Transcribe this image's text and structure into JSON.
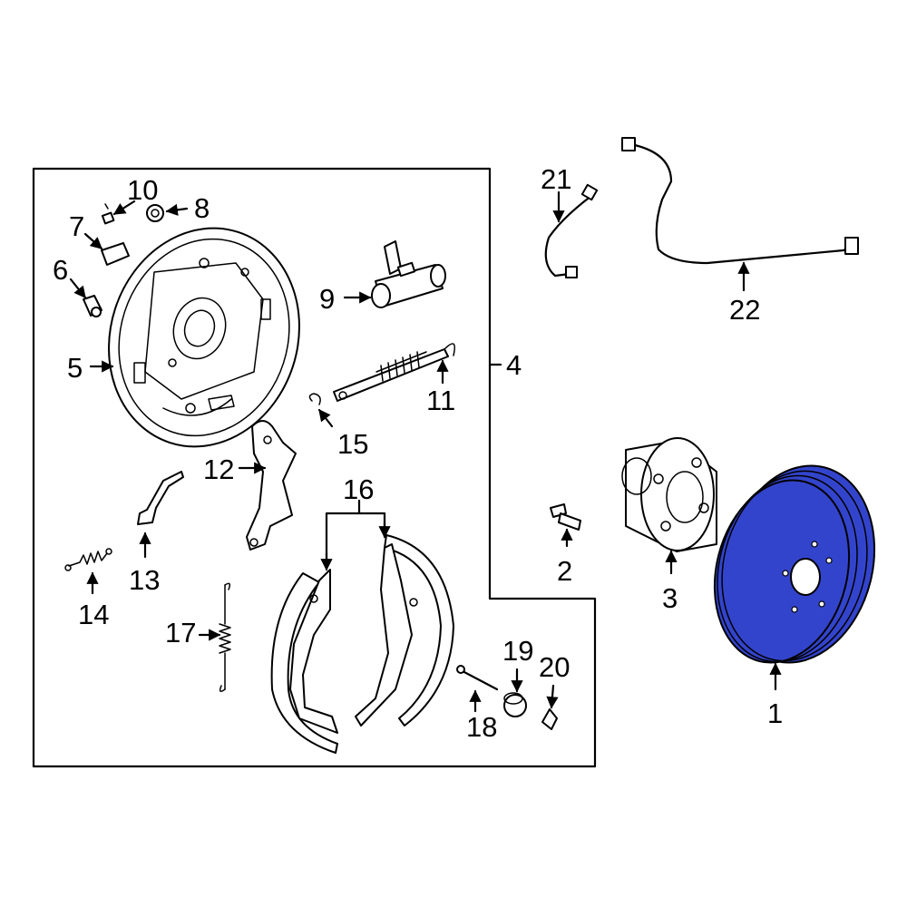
{
  "diagram": {
    "highlight_color": "#3344cc",
    "highlighted_part": "1",
    "callouts": {
      "c1": "1",
      "c2": "2",
      "c3": "3",
      "c4": "4",
      "c5": "5",
      "c6": "6",
      "c7": "7",
      "c8": "8",
      "c9": "9",
      "c10": "10",
      "c11": "11",
      "c12": "12",
      "c13": "13",
      "c14": "14",
      "c15": "15",
      "c16": "16",
      "c17": "17",
      "c18": "18",
      "c19": "19",
      "c20": "20",
      "c21": "21",
      "c22": "22"
    }
  }
}
